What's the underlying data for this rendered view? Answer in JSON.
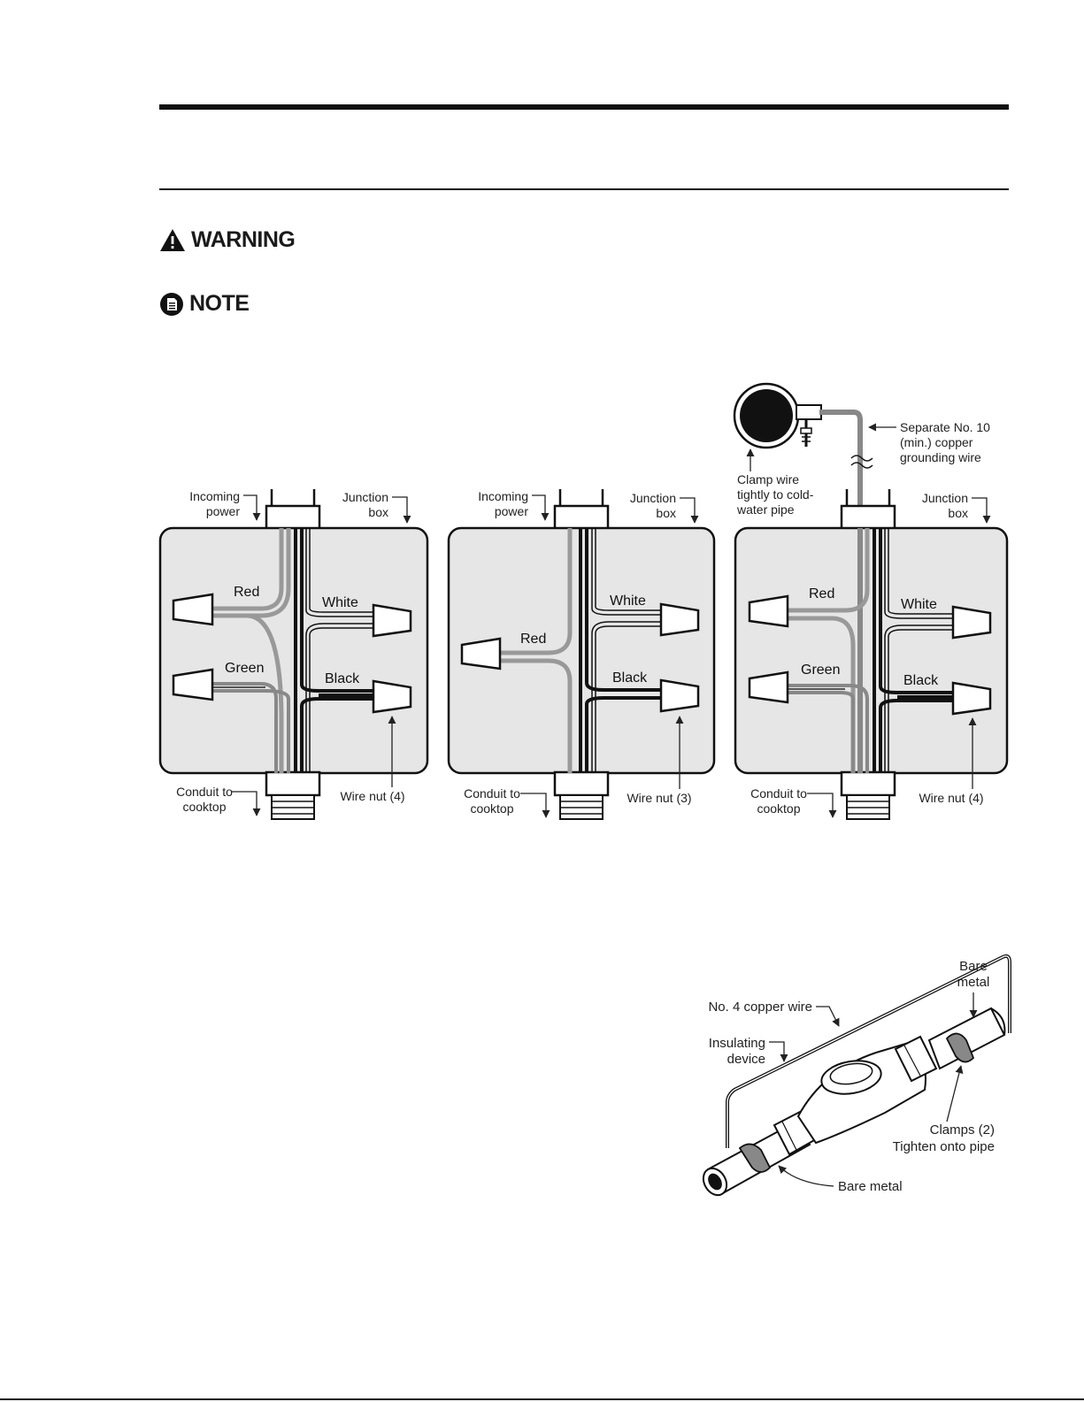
{
  "notices": {
    "warning": "WARNING",
    "note": "NOTE"
  },
  "diagram1": {
    "incoming_power": [
      "Incoming",
      "power"
    ],
    "junction_box": [
      "Junction",
      "box"
    ],
    "conduit": [
      "Conduit to",
      "cooktop"
    ],
    "wire_nut": "Wire nut (4)",
    "wires": {
      "red": "Red",
      "green": "Green",
      "white": "White",
      "black": "Black"
    }
  },
  "diagram2": {
    "incoming_power": [
      "Incoming",
      "power"
    ],
    "junction_box": [
      "Junction",
      "box"
    ],
    "conduit": [
      "Conduit to",
      "cooktop"
    ],
    "wire_nut": "Wire nut (3)",
    "wires": {
      "red": "Red",
      "white": "White",
      "black": "Black"
    }
  },
  "diagram3": {
    "clamp": [
      "Clamp wire",
      "tightly to cold-",
      "water pipe"
    ],
    "separate": [
      "Separate No. 10",
      "(min.) copper",
      "grounding wire"
    ],
    "junction_box": [
      "Junction",
      "box"
    ],
    "conduit": [
      "Conduit to",
      "cooktop"
    ],
    "wire_nut": "Wire nut (4)",
    "wires": {
      "red": "Red",
      "green": "Green",
      "white": "White",
      "black": "Black"
    }
  },
  "pipe_diagram": {
    "copper_wire": "No. 4 copper wire",
    "insulating": [
      "Insulating",
      "device"
    ],
    "bare_metal_top": [
      "Bare",
      "metal"
    ],
    "clamps": [
      "Clamps (2)",
      "Tighten onto pipe"
    ],
    "bare_metal_bottom": "Bare metal"
  }
}
